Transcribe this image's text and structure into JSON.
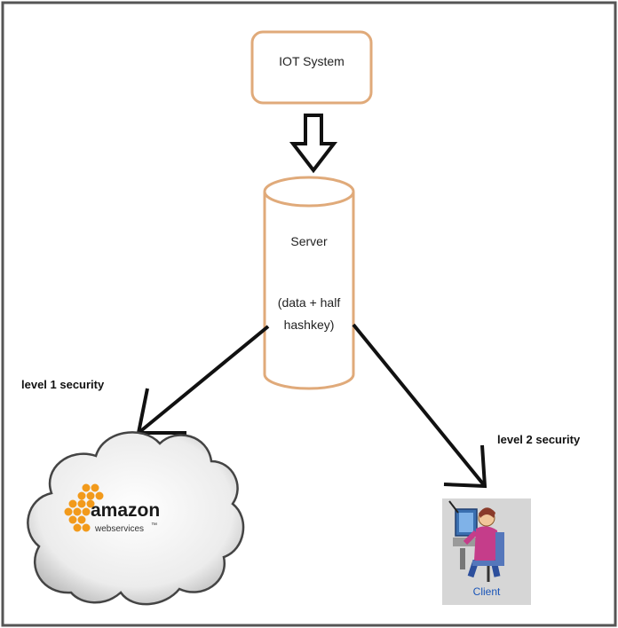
{
  "iot_box": {
    "label": "IOT System"
  },
  "server": {
    "title": "Server",
    "line1": "(data + half",
    "line2": "hashkey)"
  },
  "security": {
    "level1": "level 1 security",
    "level2": "level 2 security"
  },
  "aws": {
    "brand": "amazon",
    "sub": "webservices",
    "tm": "™"
  },
  "client": {
    "label": "Client"
  },
  "colors": {
    "box_border": "#e0aa7a",
    "aws_orange": "#f29a1b",
    "cloud_fill": "#eeeeee",
    "frame": "#555555"
  }
}
